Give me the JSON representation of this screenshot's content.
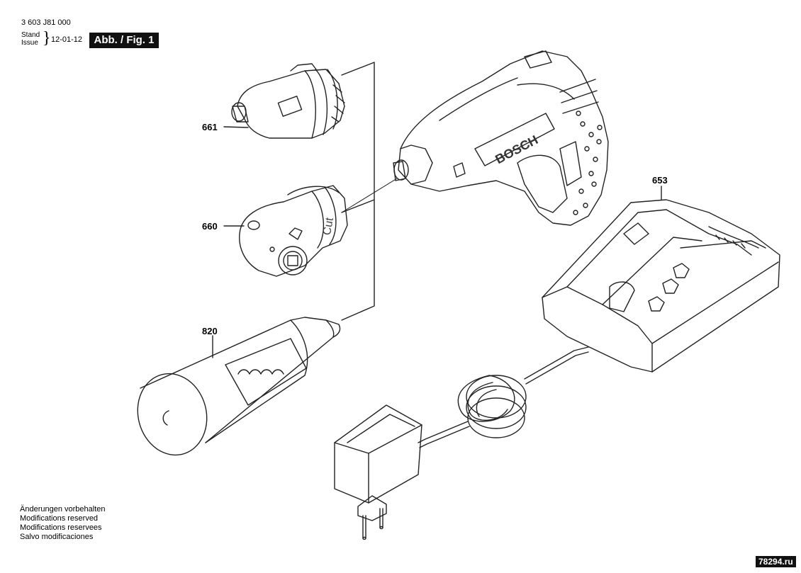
{
  "header": {
    "doc_number": "3 603 J81 000",
    "stand_label": "Stand",
    "issue_label": "Issue",
    "brace": "}",
    "issue_date": "12-01-12",
    "figure_badge": "Abb. / Fig. 1"
  },
  "parts": [
    {
      "id": "661",
      "label": "661"
    },
    {
      "id": "660",
      "label": "660"
    },
    {
      "id": "820",
      "label": "820"
    },
    {
      "id": "653",
      "label": "653"
    }
  ],
  "notes": [
    "Änderungen vorbehalten",
    "Modifications reserved",
    "Modifications reservees",
    "Salvo modificaciones"
  ],
  "watermark": "78294.ru"
}
